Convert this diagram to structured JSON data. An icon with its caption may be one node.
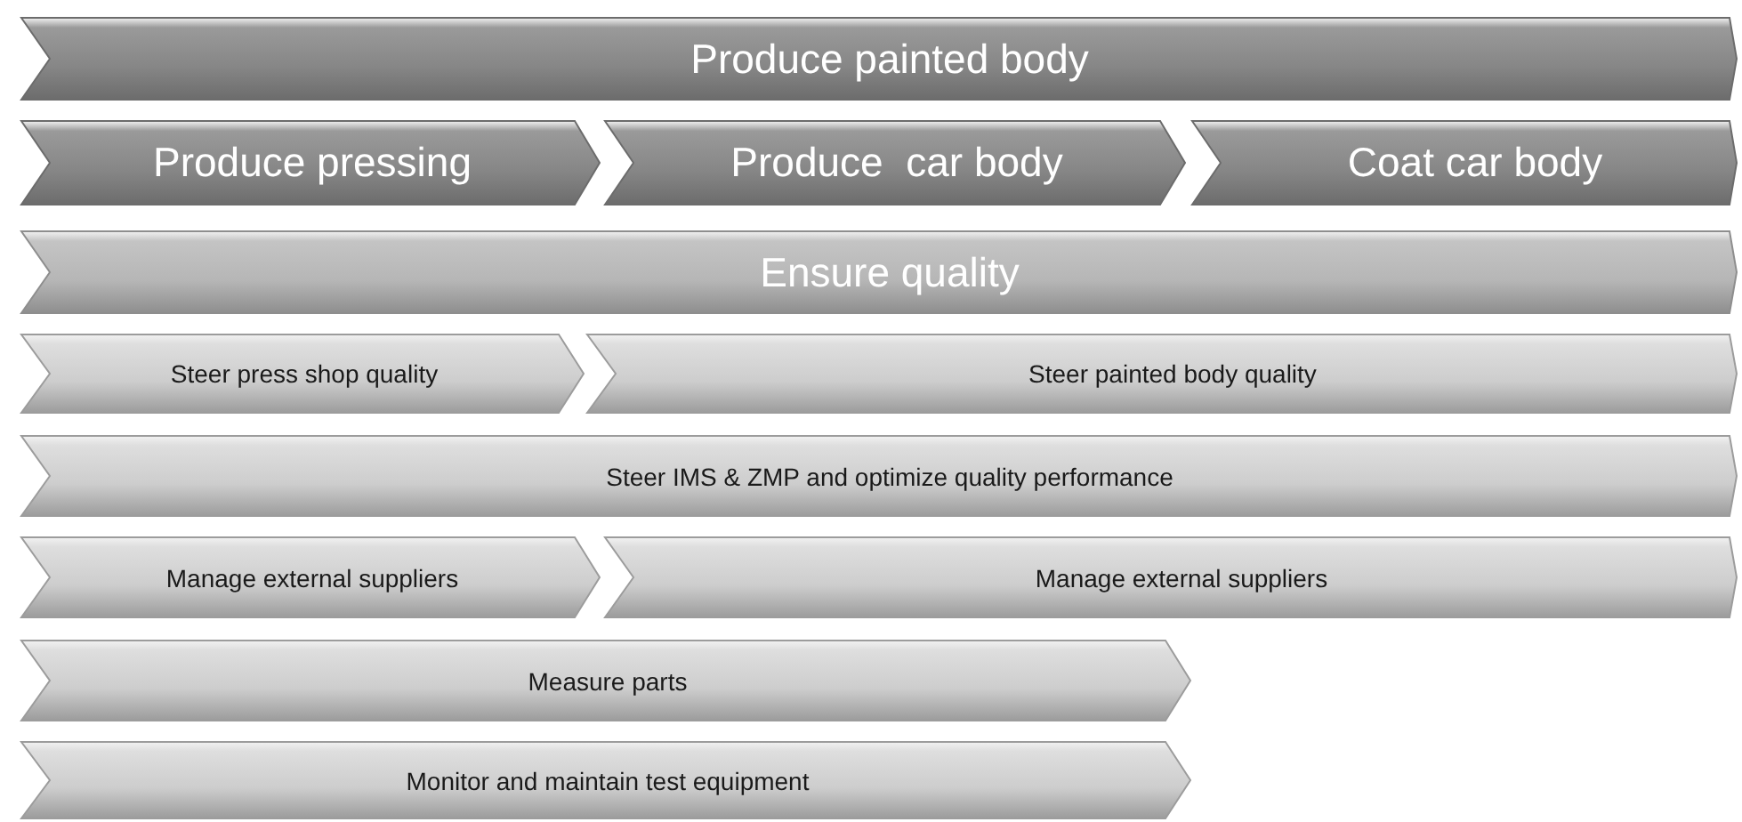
{
  "diagram": {
    "nodes": [
      {
        "text": [
          "Produce painted body"
        ]
      },
      {
        "text": [
          "Produce pressing"
        ]
      },
      {
        "text": [
          "Produce  car body"
        ]
      },
      {
        "text": [
          "Coat car body"
        ]
      },
      {
        "text": [
          "Ensure quality"
        ]
      },
      {
        "text": [
          "Steer press shop quality"
        ]
      },
      {
        "text": [
          "Steer painted body quality"
        ]
      },
      {
        "text": [
          "Steer IMS & ZMP and optimize quality performance"
        ]
      },
      {
        "text": [
          "Manage external suppliers"
        ]
      },
      {
        "text": [
          "Manage external suppliers"
        ]
      },
      {
        "text": [
          "Measure parts"
        ]
      },
      {
        "text": [
          "Monitor and maintain test equipment"
        ]
      }
    ]
  }
}
